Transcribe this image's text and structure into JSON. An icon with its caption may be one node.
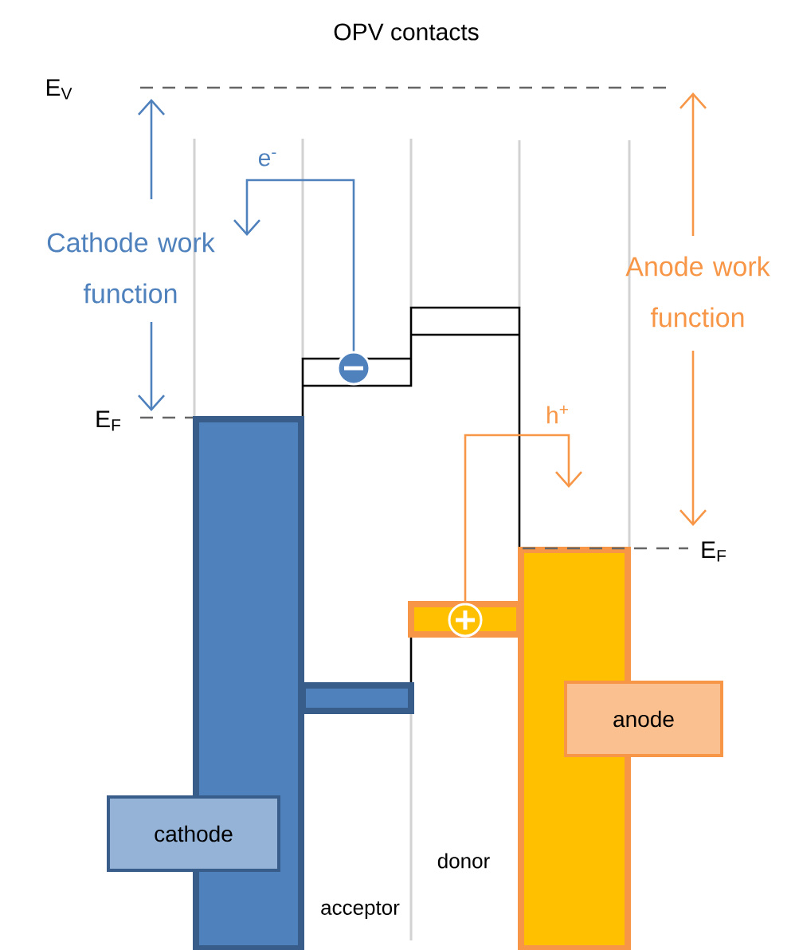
{
  "diagram": {
    "title": "OPV contacts",
    "nodes": [
      {
        "text": [],
        "shape": "bar"
      },
      {
        "text": [],
        "shape": "bar"
      },
      {
        "text": [
          "cathode"
        ]
      },
      {
        "text": [
          "anode"
        ]
      },
      {
        "text": [],
        "shape": "circle"
      },
      {
        "text": [],
        "shape": "circle"
      }
    ],
    "edges": [
      {
        "from": 4,
        "to": null,
        "arrow": "to",
        "label": "e$^{-}$",
        "color": "#4f81bd"
      },
      {
        "from": 5,
        "to": null,
        "arrow": "to",
        "label": "h$^{+}$",
        "color": "#f79646"
      }
    ],
    "labels": [
      "E$_{V}$",
      "Cathode work function",
      "E$_{F}$",
      "Anode work function",
      "E$_{F}$",
      "donor",
      "acceptor"
    ]
  }
}
